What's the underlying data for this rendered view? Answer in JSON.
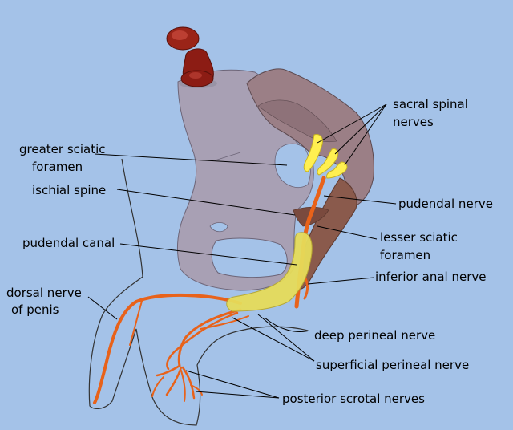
{
  "labels": {
    "sacral_spinal_nerves": [
      "sacral spinal",
      "nerves"
    ],
    "greater_sciatic_foramen": [
      "greater sciatic",
      "foramen"
    ],
    "ischial_spine": "ischial spine",
    "pudendal_nerve": "pudendal nerve",
    "lesser_sciatic_foramen": [
      "lesser sciatic",
      "foramen"
    ],
    "pudendal_canal": "pudendal canal",
    "inferior_anal_nerve": "inferior anal nerve",
    "dorsal_nerve_of_penis": [
      "dorsal nerve",
      "of penis"
    ],
    "deep_perineal_nerve": "deep perineal nerve",
    "superficial_perineal_nerve": "superficial perineal nerve",
    "posterior_scrotal_nerves": "posterior scrotal nerves"
  },
  "colors": {
    "background": "#a4c2e8",
    "pelvis_bone": "#a8a0b4",
    "sacrum": "#9b7f86",
    "ligament": "#8a5a4c",
    "nerve": "#e8621a",
    "sacral_plexus": "#fff050",
    "pudendal_canal": "#e6dc5a",
    "pushpin": "#8c1c14",
    "leader_line": "#000000"
  }
}
